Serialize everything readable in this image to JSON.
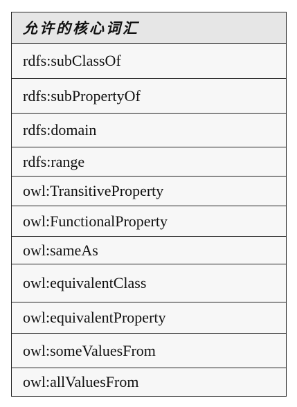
{
  "table": {
    "header": "允许的核心词汇",
    "rows": [
      "rdfs:subClassOf",
      "rdfs:subPropertyOf",
      "rdfs:domain",
      "rdfs:range",
      "owl:TransitiveProperty",
      "owl:FunctionalProperty",
      "owl:sameAs",
      "owl:equivalentClass",
      "owl:equivalentProperty",
      "owl:someValuesFrom",
      "owl:allValuesFrom"
    ]
  },
  "colors": {
    "header_background": "#e6e6e6",
    "cell_background": "#f7f7f7",
    "border": "#222222",
    "text": "#111111"
  }
}
